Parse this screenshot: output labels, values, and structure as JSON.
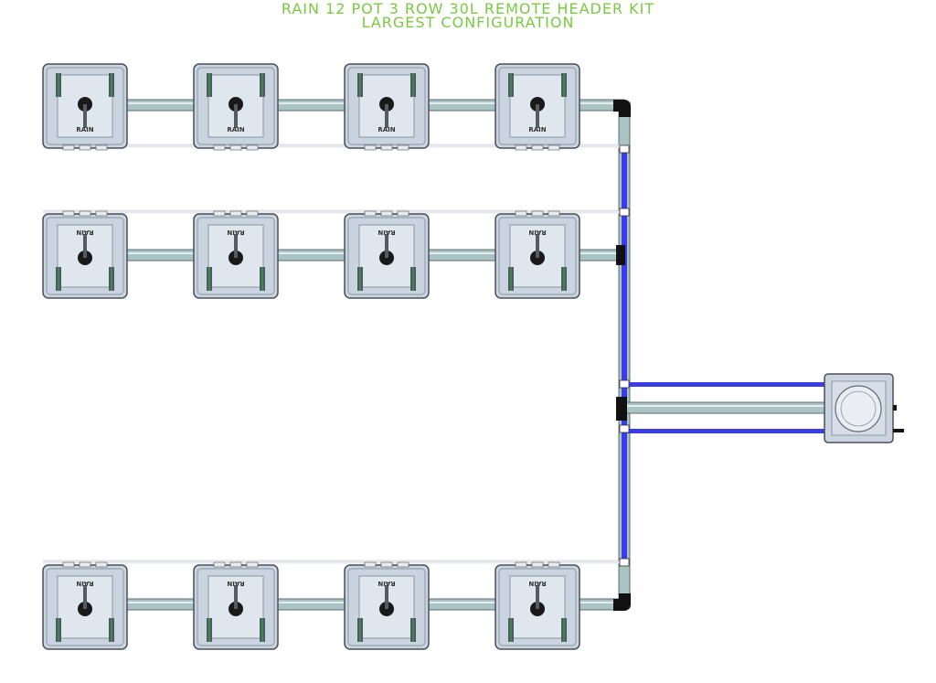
{
  "title": {
    "line1": "RAIN 12 POT 3 ROW 30L REMOTE HEADER KIT",
    "line2": "LARGEST CONFIGURATION"
  },
  "colors": {
    "title_green": "#7ac943",
    "pot_fill": "#c9d4e0",
    "pot_stroke": "#4a4f57",
    "pipe_fill": "#a9c4c3",
    "blue_tube": "#3b3be8",
    "connector": "#111111",
    "green_fitting": "#3aa635"
  },
  "pot_label": "RAIN",
  "layout_info": {
    "rows": 3,
    "pots_per_row": 4
  },
  "icons": {
    "pot": "square-pot-icon",
    "reservoir": "reservoir-tank-icon",
    "elbow": "elbow-connector-icon",
    "tee": "tee-connector-icon"
  }
}
